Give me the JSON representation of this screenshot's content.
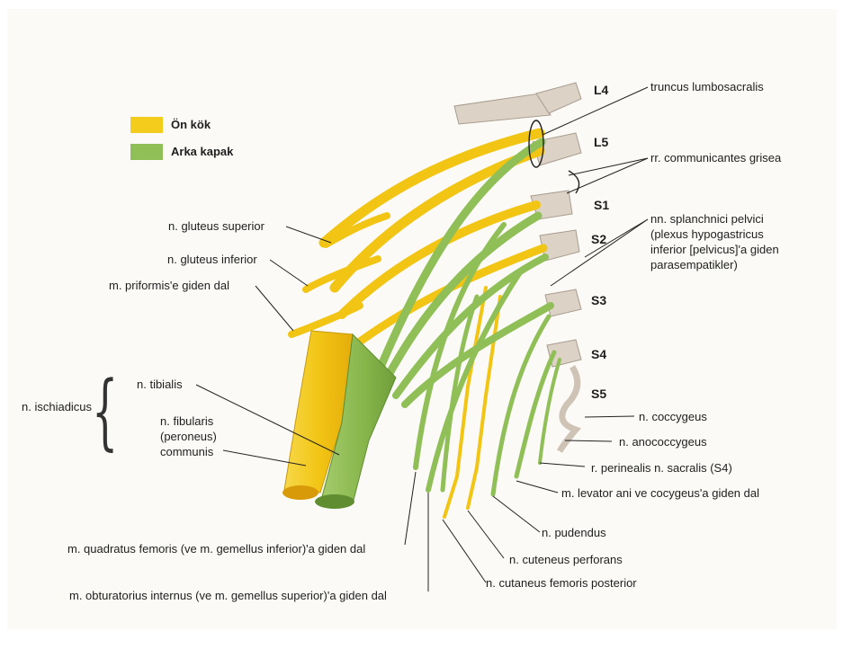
{
  "colors": {
    "anterior_root": "#f4cc1c",
    "posterior_root": "#8fbf56",
    "sympathetic_trunk": "#dcd2c6"
  },
  "legend": [
    {
      "label": "Ön kök",
      "color": "#f4cc1c"
    },
    {
      "label": "Arka kapak",
      "color": "#8fbf56"
    }
  ],
  "segments": [
    "L4",
    "L5",
    "S1",
    "S2",
    "S3",
    "S4",
    "S5"
  ],
  "labels": {
    "truncus_lumbosacralis": "truncus lumbosacralis",
    "rr_communicantes": "rr. communicantes grisea",
    "nn_splanchnici_1": "nn. splanchnici pelvici",
    "nn_splanchnici_2": "(plexus hypogastricus",
    "nn_splanchnici_3": "inferior [pelvicus]'a giden",
    "nn_splanchnici_4": "parasempatikler)",
    "gluteus_superior": "n. gluteus superior",
    "gluteus_inferior": "n. gluteus inferior",
    "priformis": "m. priformis'e giden dal",
    "ischiadicus": "n. ischiadicus",
    "tibialis": "n. tibialis",
    "fibularis_1": "n. fibularis",
    "fibularis_2": "(peroneus)",
    "fibularis_3": "communis",
    "coccygeus": "n. coccygeus",
    "anococcygeus": "n. anococcygeus",
    "perinealis": "r. perinealis n. sacralis (S4)",
    "levator_ani": "m. levator ani ve cocygeus'a giden dal",
    "pudendus": "n. pudendus",
    "cuteneus_perforans": "n. cuteneus perforans",
    "cutaneus_femoris": "n. cutaneus femoris posterior",
    "quadratus_femoris": "m. quadratus femoris (ve m. gemellus inferior)'a giden dal",
    "obturatorius_internus": "m. obturatorius internus (ve m. gemellus superior)'a giden dal"
  }
}
